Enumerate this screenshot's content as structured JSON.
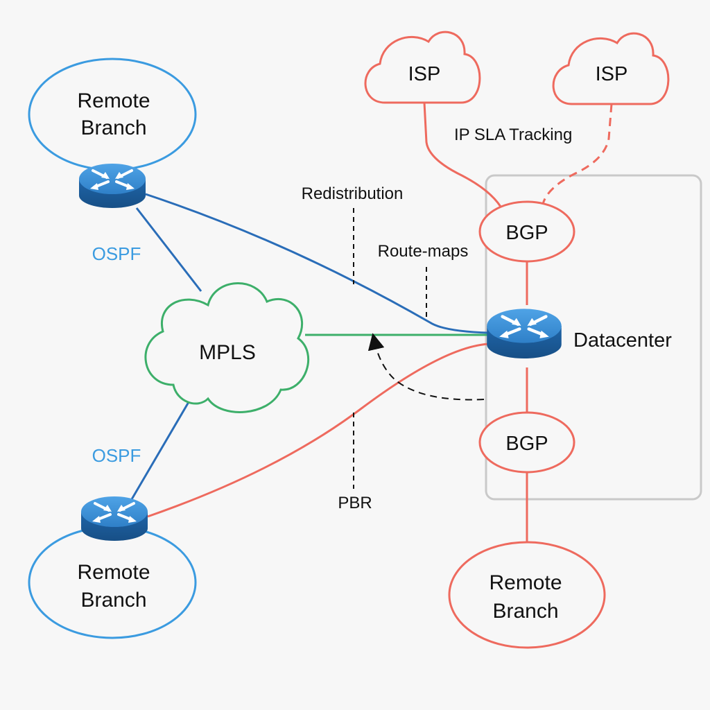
{
  "nodes": {
    "remote_branch_top": {
      "line1": "Remote",
      "line2": "Branch"
    },
    "remote_branch_bottom_left": {
      "line1": "Remote",
      "line2": "Branch"
    },
    "remote_branch_bottom_right": {
      "line1": "Remote",
      "line2": "Branch"
    },
    "mpls": "MPLS",
    "isp_left": "ISP",
    "isp_right": "ISP",
    "bgp_top": "BGP",
    "bgp_bottom": "BGP",
    "datacenter": "Datacenter"
  },
  "labels": {
    "ospf_top": "OSPF",
    "ospf_bottom": "OSPF",
    "ip_sla_tracking": "IP SLA Tracking",
    "redistribution": "Redistribution",
    "route_maps": "Route-maps",
    "pbr": "PBR"
  },
  "colors": {
    "ospf_blue": "#3b9be0",
    "link_blue": "#2a6db8",
    "bgp_red": "#ee6a5e",
    "mpls_green": "#3daf6a",
    "router_blue": "#2b74b5"
  }
}
